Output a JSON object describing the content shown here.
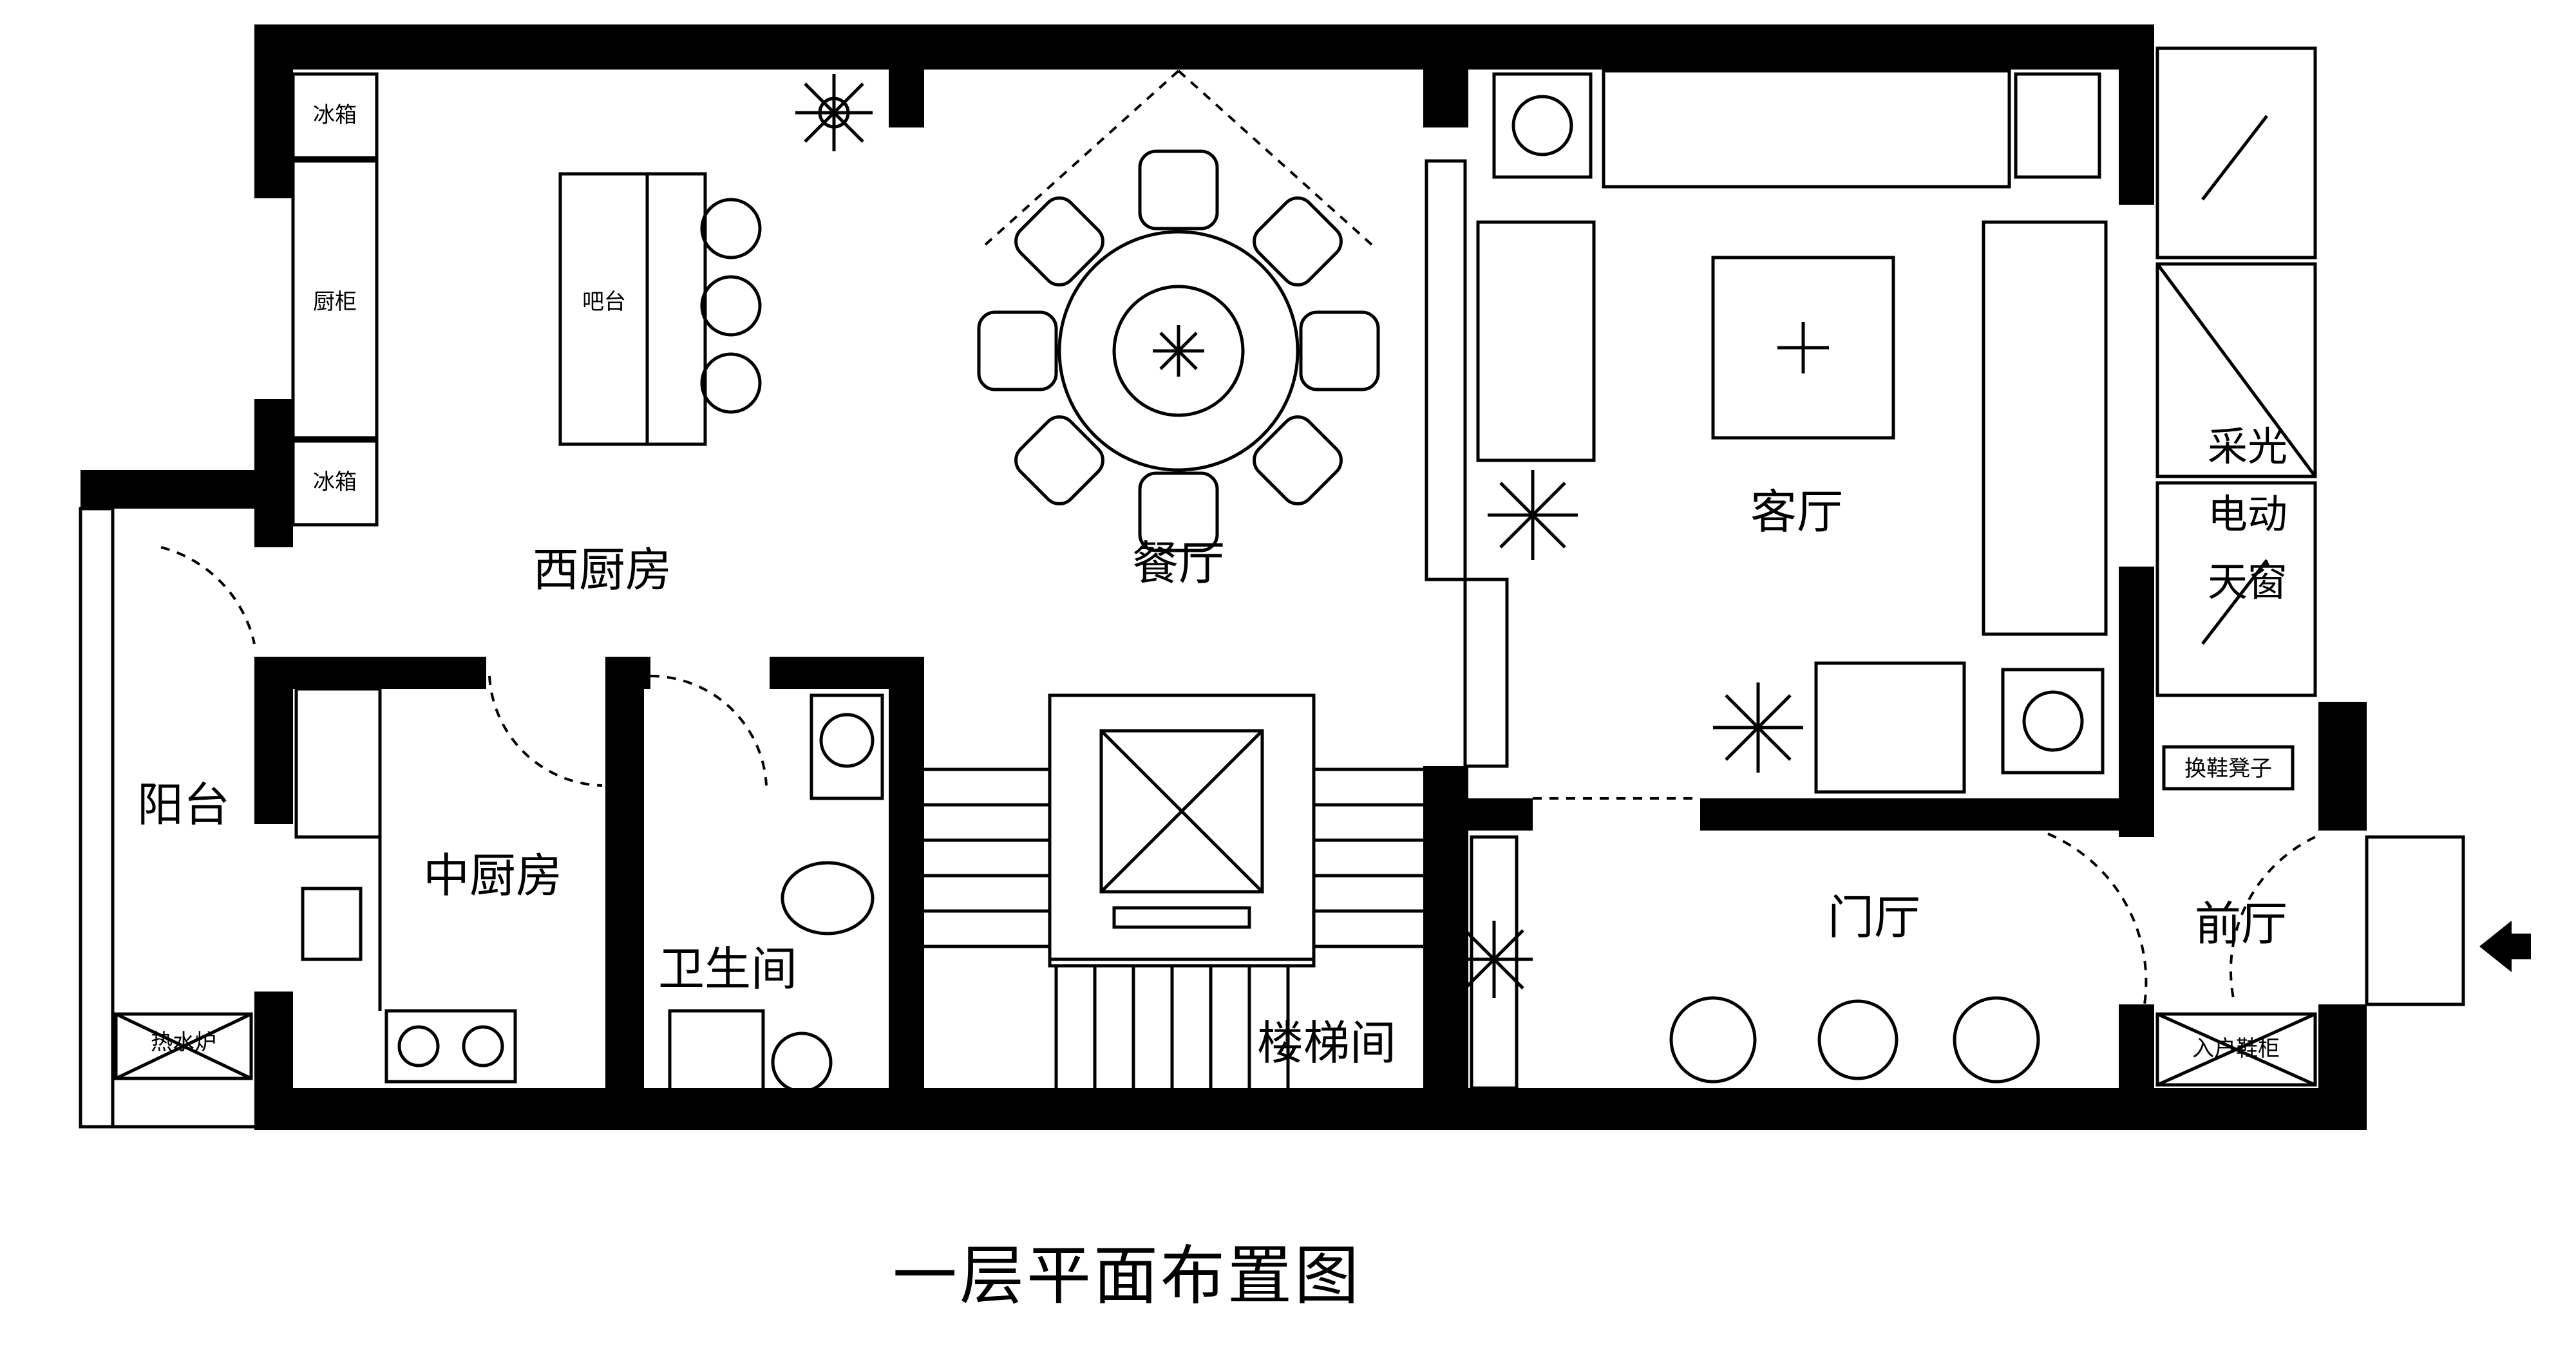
{
  "title": "一层平面布置图",
  "rooms": {
    "west_kitchen": "西厨房",
    "dining": "餐厅",
    "living": "客厅",
    "balcony": "阳台",
    "middle_kitchen": "中厨房",
    "bathroom": "卫生间",
    "stairwell": "楼梯间",
    "foyer": "门厅",
    "front_hall": "前厅"
  },
  "fixtures": {
    "fridge_top": "冰箱",
    "oven": "厨柜",
    "fridge_bottom": "冰箱",
    "island": "吧台",
    "lighting_window_1": "采光",
    "lighting_window_2": "电动",
    "lighting_window_3": "天窗",
    "shoe_bench": "换鞋凳子",
    "water_heater": "热水炉",
    "shoe_cabinet": "入户鞋柜"
  },
  "colors": {
    "line": "#000000",
    "background": "#ffffff"
  }
}
